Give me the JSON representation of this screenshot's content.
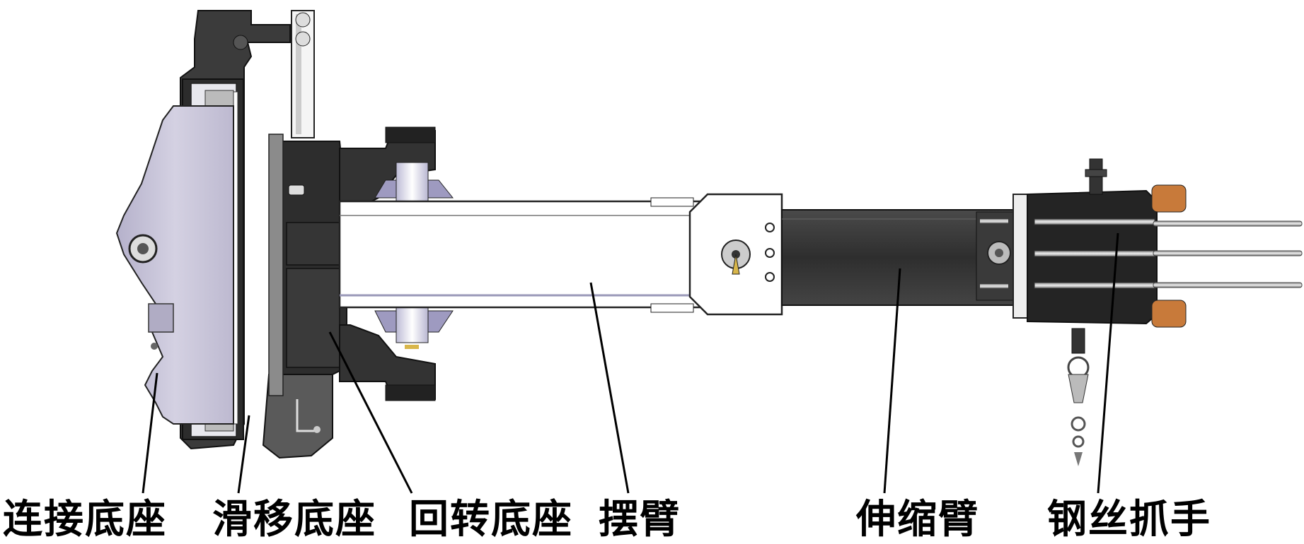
{
  "labels": {
    "connection_base": "连接底座",
    "sliding_base": "滑移底座",
    "rotary_base": "回转底座",
    "swing_arm": "摆臂",
    "telescopic_arm": "伸缩臂",
    "wire_gripper": "钢丝抓手"
  },
  "colors": {
    "dark_metal": "#3a3a3a",
    "darker_metal": "#2a2a2a",
    "lavender_plate": "#c9c6da",
    "white_part": "#ffffff",
    "outline": "#222222",
    "copper": "#c87a3a"
  }
}
